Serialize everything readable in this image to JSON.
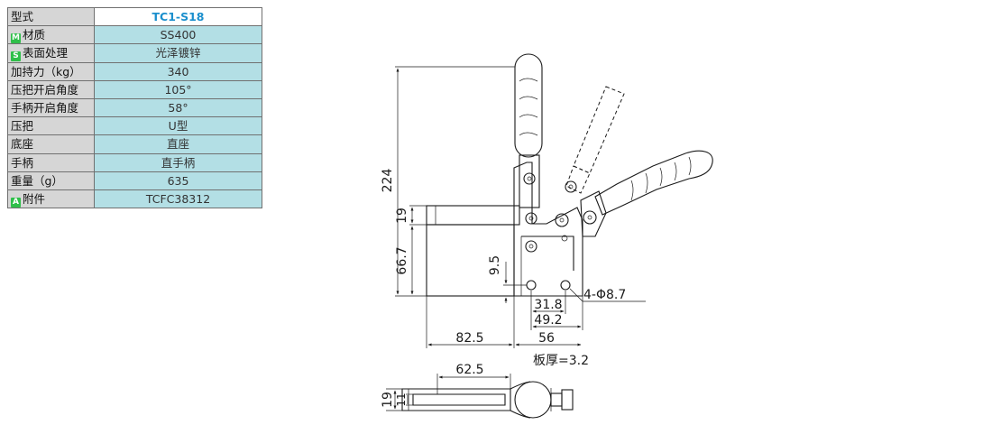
{
  "spec_table": {
    "rows": [
      {
        "label": "型式",
        "badge": "",
        "value": "TC1-S18"
      },
      {
        "label": "材质",
        "badge": "M",
        "value": "SS400"
      },
      {
        "label": "表面处理",
        "badge": "S",
        "value": "光泽镀锌"
      },
      {
        "label": "加持力（kg）",
        "badge": "",
        "value": "340"
      },
      {
        "label": "压把开启角度",
        "badge": "",
        "value": "105°"
      },
      {
        "label": "手柄开启角度",
        "badge": "",
        "value": "58°"
      },
      {
        "label": "压把",
        "badge": "",
        "value": "U型"
      },
      {
        "label": "底座",
        "badge": "",
        "value": "直座"
      },
      {
        "label": "手柄",
        "badge": "",
        "value": "直手柄"
      },
      {
        "label": "重量（g）",
        "badge": "",
        "value": "635"
      },
      {
        "label": "附件",
        "badge": "A",
        "value": "TCFC38312"
      }
    ]
  },
  "colors": {
    "badge": "#2fbf4a",
    "header_value": "#1b8fcd",
    "value_bg": "#b3dfe5",
    "label_bg": "#d6d6d6"
  },
  "drawing": {
    "dim_224": "224",
    "dim_19": "19",
    "dim_66_7": "66.7",
    "dim_9_5": "9.5",
    "hole_note": "4-Φ8.7",
    "dim_31_8": "31.8",
    "dim_49_2": "49.2",
    "dim_82_5": "82.5",
    "dim_56": "56",
    "plate_thickness": "板厚=3.2",
    "dim_62_5": "62.5",
    "dim_19_b": "19",
    "dim_11": "11"
  }
}
